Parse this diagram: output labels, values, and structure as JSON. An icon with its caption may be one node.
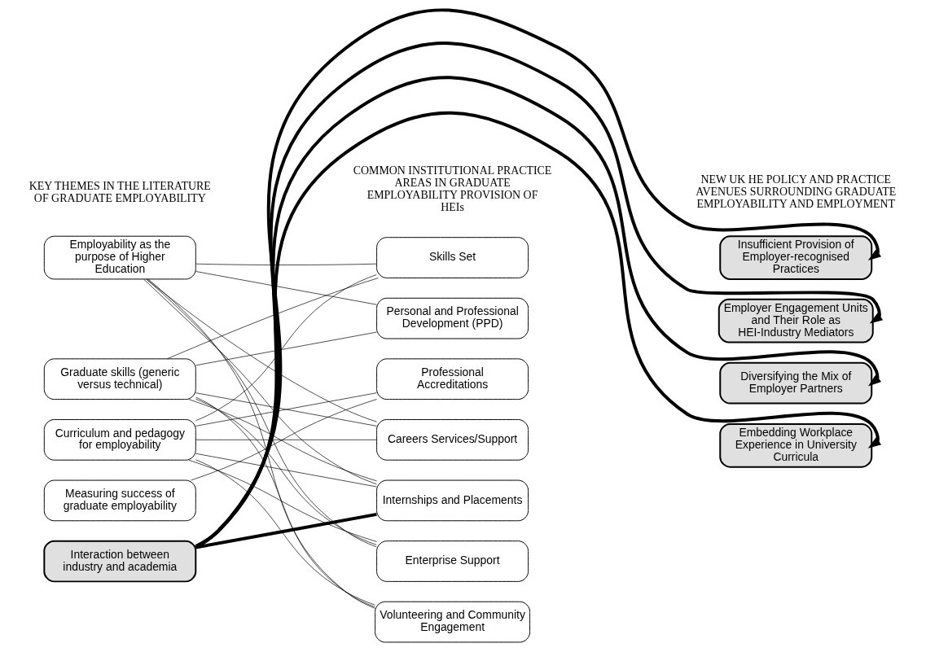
{
  "diagram": {
    "nodes": [
      {
        "text": [
          "Employability as the purpose of Higher Education"
        ]
      },
      {
        "text": [
          "Graduate skills (generic versus technical)"
        ]
      },
      {
        "text": [
          "Curriculum and pedagogy for employability"
        ]
      },
      {
        "text": [
          "Measuring success of graduate employability"
        ]
      },
      {
        "text": [
          "Interaction between industry and academia"
        ]
      },
      {
        "text": [
          "Skills Set"
        ]
      },
      {
        "text": [
          "Personal and Professional Development (PPD)"
        ]
      },
      {
        "text": [
          "Professional Accreditations"
        ]
      },
      {
        "text": [
          "Careers Services/Support"
        ]
      },
      {
        "text": [
          "Internships and Placements"
        ]
      },
      {
        "text": [
          "Enterprise Support"
        ]
      },
      {
        "text": [
          "Volunteering and Community Engagement"
        ]
      },
      {
        "text": [
          "Insufficient Provision of Employer-recognised Practices"
        ]
      },
      {
        "text": [
          "Employer Engagement Units and Their Role as HEI-Industry Mediators"
        ]
      },
      {
        "text": [
          "Diversifying the Mix of Employer Partners"
        ]
      },
      {
        "text": [
          "Embedding Workplace Experience in University Curricula"
        ]
      }
    ],
    "edges": [
      {
        "from": 0,
        "to": 5,
        "arrow": "none"
      },
      {
        "from": 0,
        "to": 6,
        "arrow": "none"
      },
      {
        "from": 0,
        "to": 8,
        "arrow": "none"
      },
      {
        "from": 0,
        "to": 9,
        "arrow": "none"
      },
      {
        "from": 0,
        "to": 10,
        "arrow": "none"
      },
      {
        "from": 0,
        "to": 11,
        "arrow": "none"
      },
      {
        "from": 1,
        "to": 5,
        "arrow": "none"
      },
      {
        "from": 1,
        "to": 6,
        "arrow": "none"
      },
      {
        "from": 1,
        "to": 8,
        "arrow": "none"
      },
      {
        "from": 1,
        "to": 9,
        "arrow": "none"
      },
      {
        "from": 1,
        "to": 10,
        "arrow": "none"
      },
      {
        "from": 1,
        "to": 11,
        "arrow": "none"
      },
      {
        "from": 2,
        "to": 5,
        "arrow": "none"
      },
      {
        "from": 2,
        "to": 7,
        "arrow": "none"
      },
      {
        "from": 2,
        "to": 8,
        "arrow": "none"
      },
      {
        "from": 2,
        "to": 9,
        "arrow": "none"
      },
      {
        "from": 2,
        "to": 10,
        "arrow": "none"
      },
      {
        "from": 2,
        "to": 11,
        "arrow": "none"
      },
      {
        "from": 3,
        "to": 7,
        "arrow": "none"
      },
      {
        "from": 4,
        "to": 9,
        "arrow": "none",
        "style": "thick"
      },
      {
        "from": 4,
        "to": 12,
        "arrow": "to",
        "style": "thick"
      },
      {
        "from": 4,
        "to": 13,
        "arrow": "to",
        "style": "thick"
      },
      {
        "from": 4,
        "to": 14,
        "arrow": "to",
        "style": "thick"
      },
      {
        "from": 4,
        "to": 15,
        "arrow": "to",
        "style": "thick"
      }
    ],
    "labels": [
      "KEY THEMES IN THE LITERATURE OF GRADUATE EMPLOYABILITY",
      "COMMON INSTITUTIONAL PRACTICE AREAS IN GRADUATE EMPLOYABILITY PROVISION OF HEIs",
      "NEW UK HE POLICY AND PRACTICE AVENUES SURROUNDING GRADUATE EMPLOYABILITY AND EMPLOYMENT"
    ]
  }
}
